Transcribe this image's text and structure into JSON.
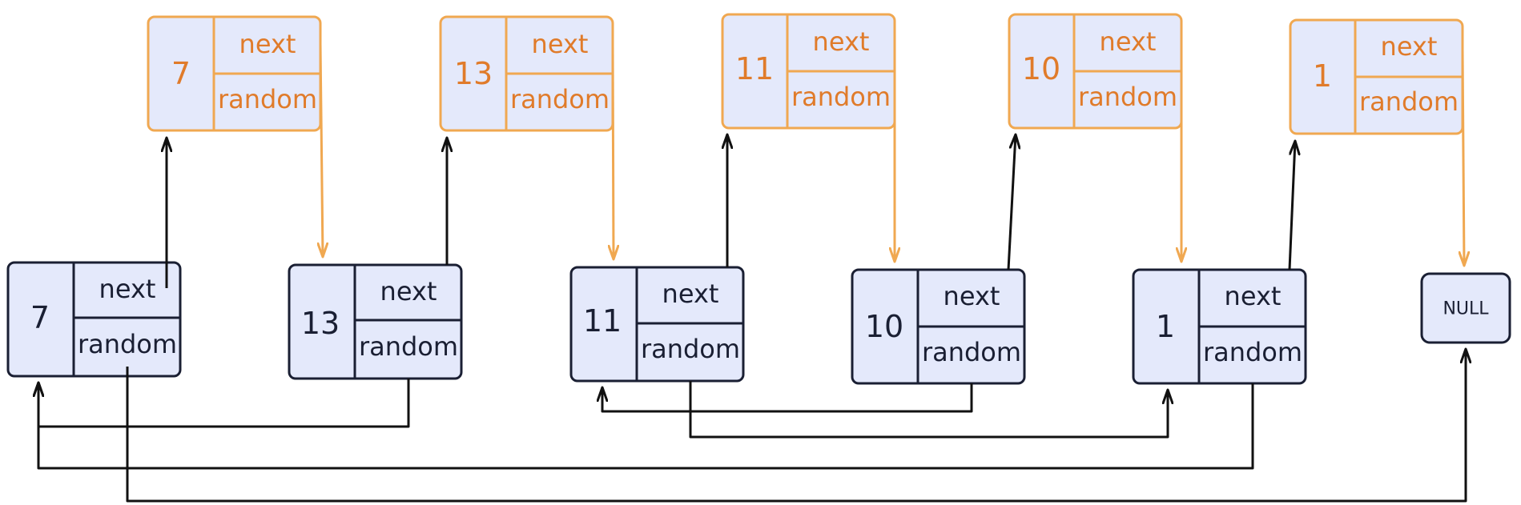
{
  "colors": {
    "node_fill": "#e4e9fb",
    "original_stroke": "#1a1f33",
    "copy_stroke": "#f0a851",
    "copy_text": "#e07b2a",
    "pointer_black": "#111111",
    "pointer_orange": "#f0a851"
  },
  "original_nodes": [
    {
      "value": "7",
      "next_label": "next",
      "random_label": "random"
    },
    {
      "value": "13",
      "next_label": "next",
      "random_label": "random"
    },
    {
      "value": "11",
      "next_label": "next",
      "random_label": "random"
    },
    {
      "value": "10",
      "next_label": "next",
      "random_label": "random"
    },
    {
      "value": "1",
      "next_label": "next",
      "random_label": "random"
    }
  ],
  "copied_nodes": [
    {
      "value": "7",
      "next_label": "next",
      "random_label": "random"
    },
    {
      "value": "13",
      "next_label": "next",
      "random_label": "random"
    },
    {
      "value": "11",
      "next_label": "next",
      "random_label": "random"
    },
    {
      "value": "10",
      "next_label": "next",
      "random_label": "random"
    },
    {
      "value": "1",
      "next_label": "next",
      "random_label": "random"
    }
  ],
  "null_node": {
    "label": "NULL"
  }
}
